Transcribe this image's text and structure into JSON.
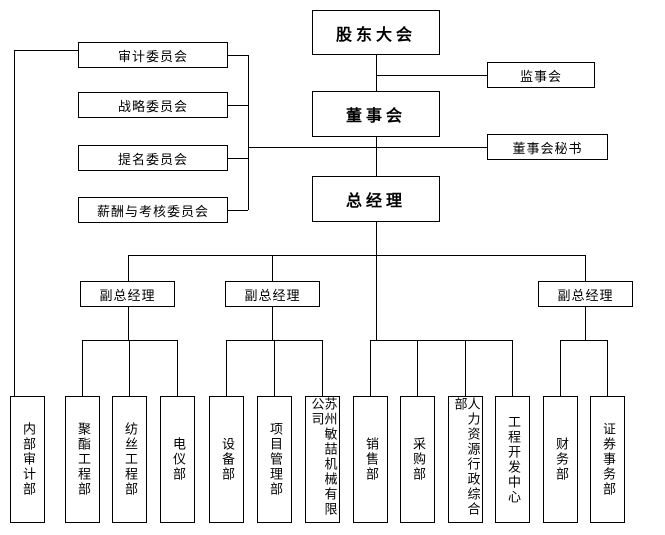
{
  "org": {
    "shareholders_meeting": "股东大会",
    "supervisory_board": "监事会",
    "board_of_directors": "董事会",
    "board_secretary": "董事会秘书",
    "general_manager": "总经理",
    "committees": [
      {
        "label": "审计委员会"
      },
      {
        "label": "战略委员会"
      },
      {
        "label": "提名委员会"
      },
      {
        "label": "薪酬与考核委员会"
      }
    ],
    "deputy_general_managers": [
      {
        "label": "副总经理"
      },
      {
        "label": "副总经理"
      },
      {
        "label": "副总经理"
      }
    ],
    "departments": [
      {
        "label": "内部审计部"
      },
      {
        "label": "聚酯工程部"
      },
      {
        "label": "纺丝工程部"
      },
      {
        "label": "电仪部"
      },
      {
        "label": "设备部"
      },
      {
        "label": "项目管理部"
      },
      {
        "label": "苏州敏喆机械有限公司"
      },
      {
        "label": "销售部"
      },
      {
        "label": "采购部"
      },
      {
        "label": "人力资源行政综合部"
      },
      {
        "label": "工程开发中心"
      },
      {
        "label": "财务部"
      },
      {
        "label": "证券事务部"
      }
    ],
    "colors": {
      "line": "#000000",
      "box_fill": "#ffffff",
      "text": "#000000",
      "background": "#ffffff"
    }
  }
}
